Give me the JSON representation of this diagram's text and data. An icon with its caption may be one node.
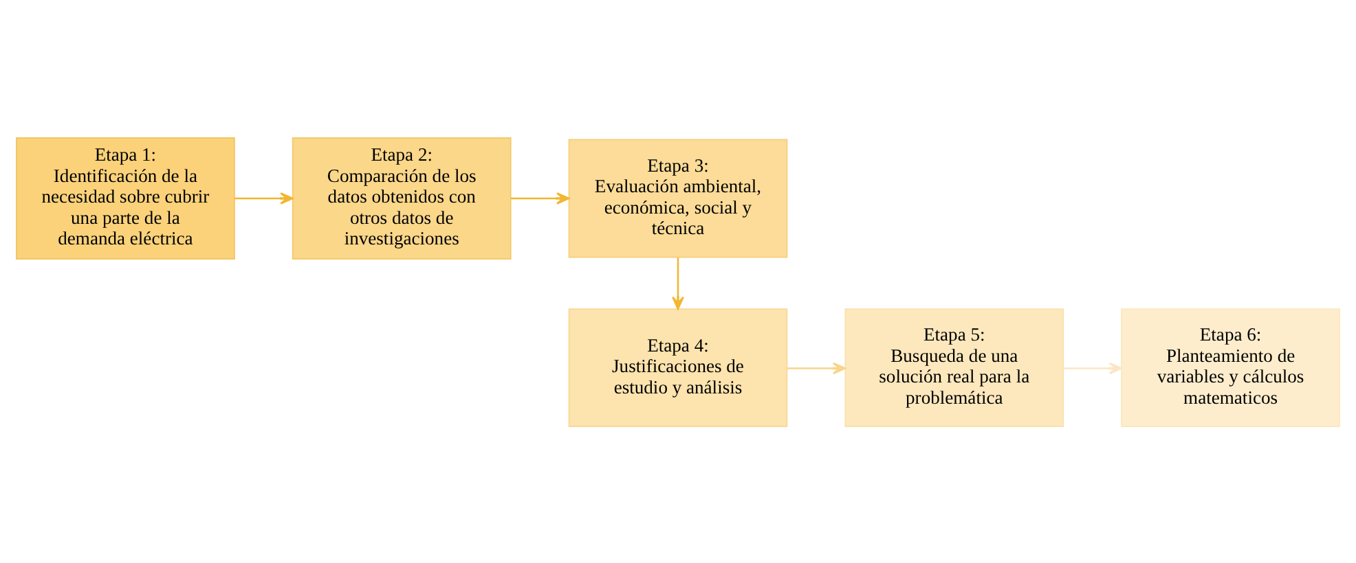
{
  "diagram": {
    "nodes": [
      {
        "text": [
          "Etapa 1:",
          "Identificación de la necesidad sobre cubrir una parte de la demanda eléctrica"
        ]
      },
      {
        "text": [
          "Etapa 2:",
          "Comparación de los datos obtenidos con otros datos de investigaciones"
        ]
      },
      {
        "text": [
          "Etapa 3:",
          "Evaluación ambiental, económica, social y técnica"
        ]
      },
      {
        "text": [
          "Etapa 4:",
          "Justificaciones de estudio y análisis"
        ]
      },
      {
        "text": [
          "Etapa 5:",
          "Busqueda de una solución real para la problemática"
        ]
      },
      {
        "text": [
          "Etapa 6:",
          "Planteamiento de variables y cálculos matematicos"
        ]
      }
    ],
    "edges": [
      {
        "from": 0,
        "to": 1,
        "arrow": "to"
      },
      {
        "from": 1,
        "to": 2,
        "arrow": "to"
      },
      {
        "from": 2,
        "to": 3,
        "arrow": "to"
      },
      {
        "from": 3,
        "to": 4,
        "arrow": "to",
        "color": "#f8d58a"
      },
      {
        "from": 4,
        "to": 5,
        "arrow": "to",
        "color": "#fbe6c4"
      }
    ]
  }
}
